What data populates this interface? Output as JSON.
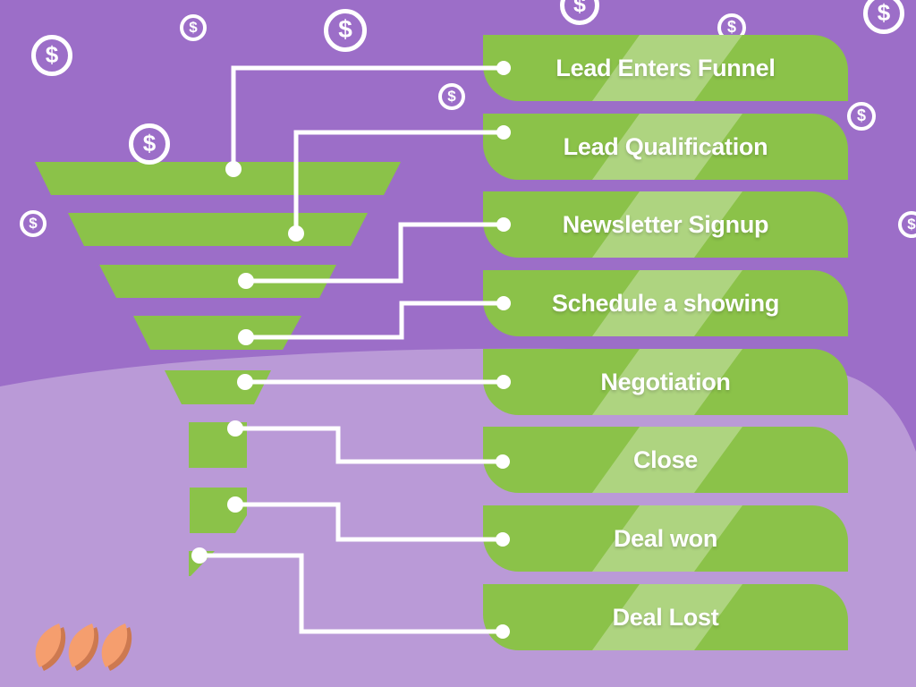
{
  "stages": [
    {
      "label": "Lead Enters Funnel"
    },
    {
      "label": "Lead Qualification"
    },
    {
      "label": "Newsletter Signup"
    },
    {
      "label": "Schedule a showing"
    },
    {
      "label": "Negotiation"
    },
    {
      "label": "Close"
    },
    {
      "label": "Deal won"
    },
    {
      "label": "Deal Lost"
    }
  ],
  "decor": {
    "coin_glyph": "$",
    "coin_count": 11,
    "funnel_segment_count": 8
  },
  "colors": {
    "background": "#9c6ec8",
    "wave": "#ba9ad7",
    "funnel_green": "#8bc249",
    "stripe_overlay": "rgba(255,255,255,0.30)",
    "text": "#ffffff",
    "connector": "#ffffff",
    "logo_light": "#f59e6e",
    "logo_dark": "#cd7950"
  }
}
